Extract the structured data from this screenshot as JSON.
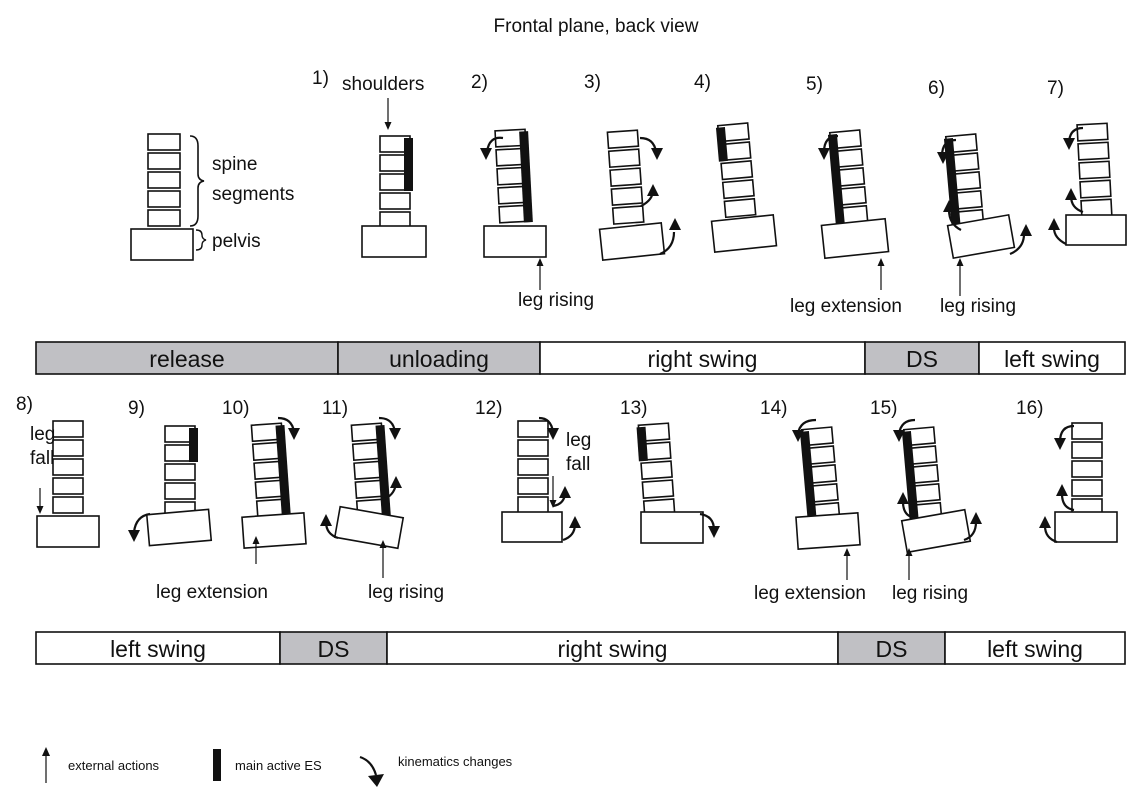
{
  "title": "Frontal plane, back view",
  "schema": {
    "spine_label": "spine\nsegments",
    "pelvis_label": "pelvis"
  },
  "phases_top": [
    {
      "label": "release",
      "shaded": true
    },
    {
      "label": "unloading",
      "shaded": true
    },
    {
      "label": "right swing",
      "shaded": false
    },
    {
      "label": "DS",
      "shaded": true
    },
    {
      "label": "left swing",
      "shaded": false
    }
  ],
  "phases_bottom": [
    {
      "label": "left swing",
      "shaded": false
    },
    {
      "label": "DS",
      "shaded": true
    },
    {
      "label": "right swing",
      "shaded": false
    },
    {
      "label": "DS",
      "shaded": true
    },
    {
      "label": "left swing",
      "shaded": false
    }
  ],
  "figures": [
    {
      "num": "1)",
      "note": "shoulders"
    },
    {
      "num": "2)",
      "note": "leg rising"
    },
    {
      "num": "3)",
      "note": ""
    },
    {
      "num": "4)",
      "note": ""
    },
    {
      "num": "5)",
      "note": "leg extension"
    },
    {
      "num": "6)",
      "note": "leg rising"
    },
    {
      "num": "7)",
      "note": ""
    },
    {
      "num": "8)",
      "note": "leg\nfall"
    },
    {
      "num": "9)",
      "note": ""
    },
    {
      "num": "10)",
      "note": "leg extension"
    },
    {
      "num": "11)",
      "note": "leg rising"
    },
    {
      "num": "12)",
      "note": "leg\nfall"
    },
    {
      "num": "13)",
      "note": ""
    },
    {
      "num": "14)",
      "note": "leg extension"
    },
    {
      "num": "15)",
      "note": "leg rising"
    },
    {
      "num": "16)",
      "note": ""
    }
  ],
  "legend": {
    "external": "external  actions",
    "es": "main active ES",
    "kinematics": "kinematics changes"
  },
  "colors": {
    "phase_shaded": "#c0c0c4",
    "line": "#111111"
  }
}
